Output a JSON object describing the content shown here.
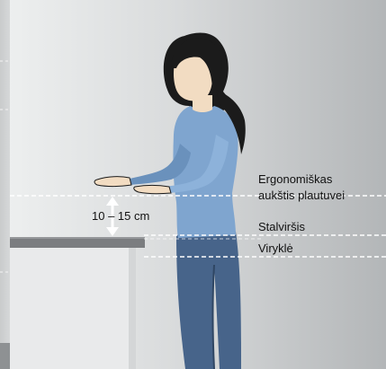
{
  "labels": {
    "ergonomic_line1": "Ergonomiškas",
    "ergonomic_line2": "aukštis plautuvei",
    "countertop": "Stalviršis",
    "stove": "Viryklė",
    "distance": "10 – 15 cm"
  },
  "colors": {
    "background_light": "#e8eaeb",
    "background_dark": "#b9bcbe",
    "counter": "#7b7d80",
    "cabinet": "#e9eaeb",
    "hair": "#1b1b1b",
    "skin": "#f2dcc2",
    "sweater": "#7fa5cf",
    "jeans": "#47648a",
    "dashed_line": "#ffffff"
  }
}
